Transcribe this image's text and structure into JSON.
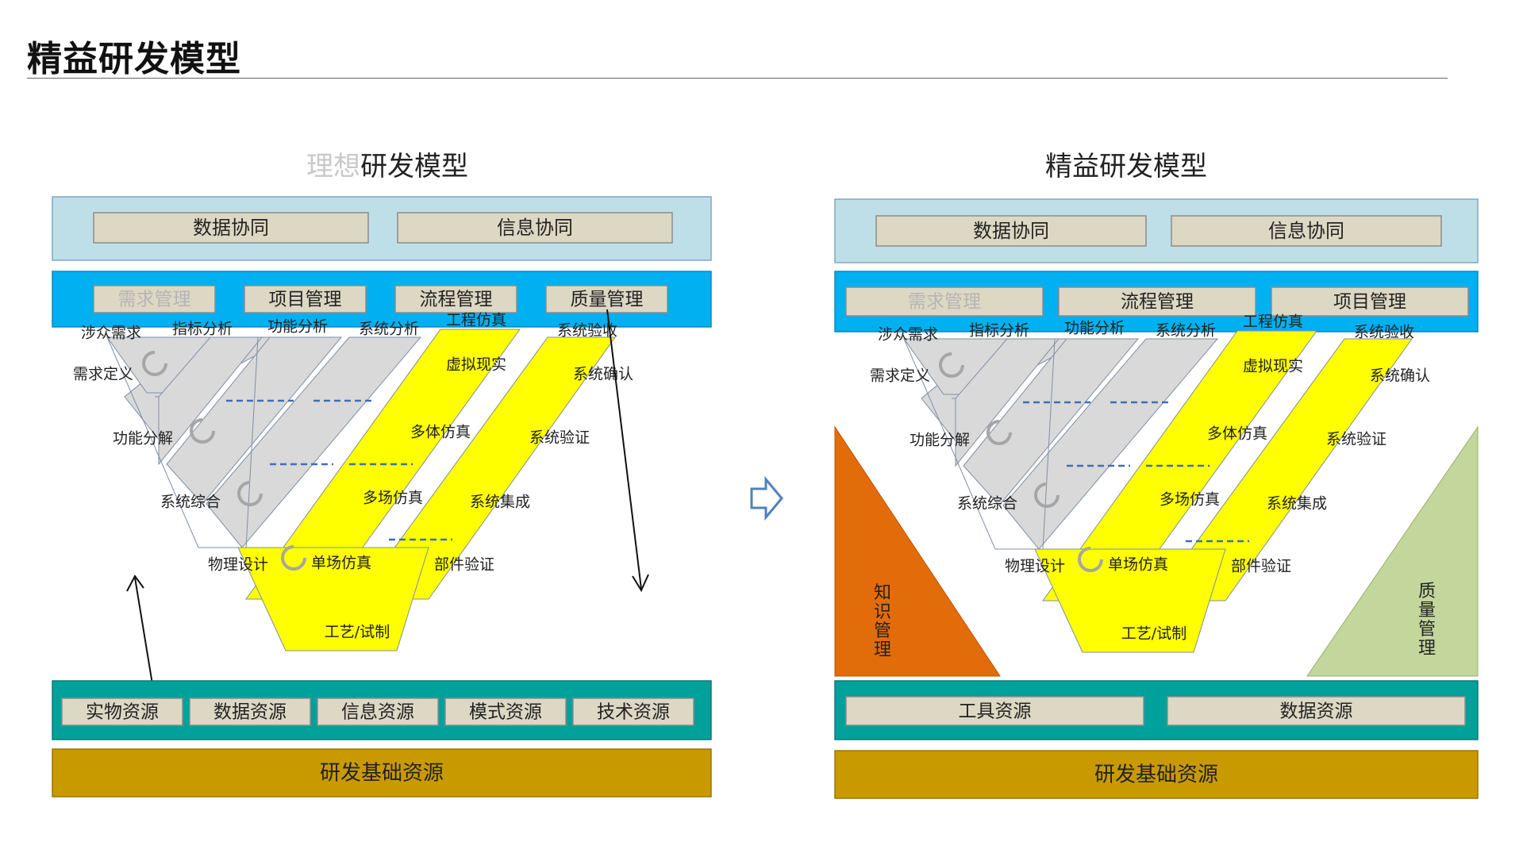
{
  "page": {
    "title": "精益研发模型"
  },
  "colors": {
    "collab_band": "#bfdfe8",
    "mgmt_band": "#00b0f0",
    "resource_band": "#00a19a",
    "base_band": "#c99a00",
    "label_box": "#ddd8c4",
    "v_gray": "#d9d9d9",
    "v_yellow": "#ffff00",
    "knowledge": "#e36c0a",
    "quality": "#c3d69b"
  },
  "ideal": {
    "title_prefix": "理想",
    "title_rest": "研发模型",
    "collab": [
      "数据协同",
      "信息协同"
    ],
    "mgmt": [
      "需求管理",
      "项目管理",
      "流程管理",
      "质量管理"
    ],
    "v": {
      "tops": [
        "涉众需求",
        "指标分析",
        "功能分析",
        "系统分析",
        "工程仿真",
        "系统验收"
      ],
      "left_steps": [
        "需求定义",
        "功能分解",
        "系统综合",
        "物理设计"
      ],
      "sim_steps": [
        "虚拟现实",
        "多体仿真",
        "多场仿真",
        "单场仿真"
      ],
      "right_steps": [
        "系统确认",
        "系统验证",
        "系统集成",
        "部件验证"
      ],
      "bottom": "工艺/试制"
    },
    "resources": [
      "实物资源",
      "数据资源",
      "信息资源",
      "模式资源",
      "技术资源"
    ],
    "base": "研发基础资源"
  },
  "lean": {
    "title": "精益研发模型",
    "collab": [
      "数据协同",
      "信息协同"
    ],
    "mgmt": [
      "需求管理",
      "流程管理",
      "项目管理"
    ],
    "v": {
      "tops": [
        "涉众需求",
        "指标分析",
        "功能分析",
        "系统分析",
        "工程仿真",
        "系统验收"
      ],
      "left_steps": [
        "需求定义",
        "功能分解",
        "系统综合",
        "物理设计"
      ],
      "sim_steps": [
        "虚拟现实",
        "多体仿真",
        "多场仿真",
        "单场仿真"
      ],
      "right_steps": [
        "系统确认",
        "系统验证",
        "系统集成",
        "部件验证"
      ],
      "bottom": "工艺/试制"
    },
    "knowledge_label": "知识管理",
    "quality_label": "质量管理",
    "resources": [
      "工具资源",
      "数据资源"
    ],
    "base": "研发基础资源"
  }
}
